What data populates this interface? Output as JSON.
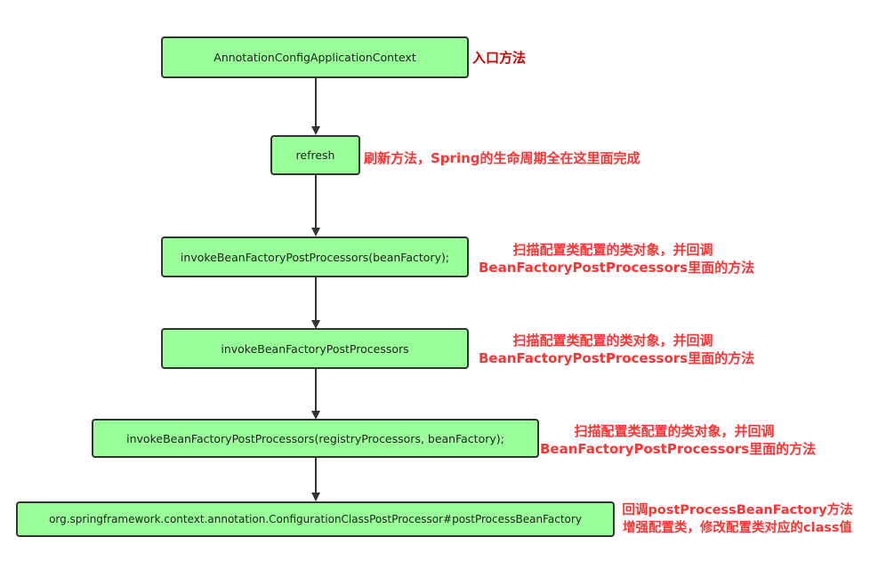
{
  "colors": {
    "node_fill": "#99ff99",
    "node_border": "#333333",
    "note_dark_red": "#cc0000",
    "note_red": "#ff3333",
    "arrow": "#333333"
  },
  "nodes": [
    {
      "id": "annotation-config-application-context",
      "label": "AnnotationConfigApplicationContext"
    },
    {
      "id": "refresh",
      "label": "refresh"
    },
    {
      "id": "invoke-bfpp-with-bean-factory",
      "label": "invokeBeanFactoryPostProcessors(beanFactory);"
    },
    {
      "id": "invoke-bfpp",
      "label": "invokeBeanFactoryPostProcessors"
    },
    {
      "id": "invoke-bfpp-registry",
      "label": "invokeBeanFactoryPostProcessors(registryProcessors, beanFactory);"
    },
    {
      "id": "configuration-class-post-processor",
      "label": "org.springframework.context.annotation.ConfigurationClassPostProcessor#postProcessBeanFactory"
    }
  ],
  "notes": [
    {
      "lines": [
        "入口方法"
      ]
    },
    {
      "lines": [
        "刷新方法，Spring的生命周期全在这里面完成"
      ]
    },
    {
      "lines": [
        "扫描配置类配置的类对象，并回调",
        "BeanFactoryPostProcessors里面的方法"
      ]
    },
    {
      "lines": [
        "扫描配置类配置的类对象，并回调",
        "BeanFactoryPostProcessors里面的方法"
      ]
    },
    {
      "lines": [
        "扫描配置类配置的类对象，并回调",
        "BeanFactoryPostProcessors里面的方法"
      ]
    },
    {
      "lines": [
        "回调postProcessBeanFactory方法",
        "增强配置类，修改配置类对应的class值"
      ]
    }
  ]
}
